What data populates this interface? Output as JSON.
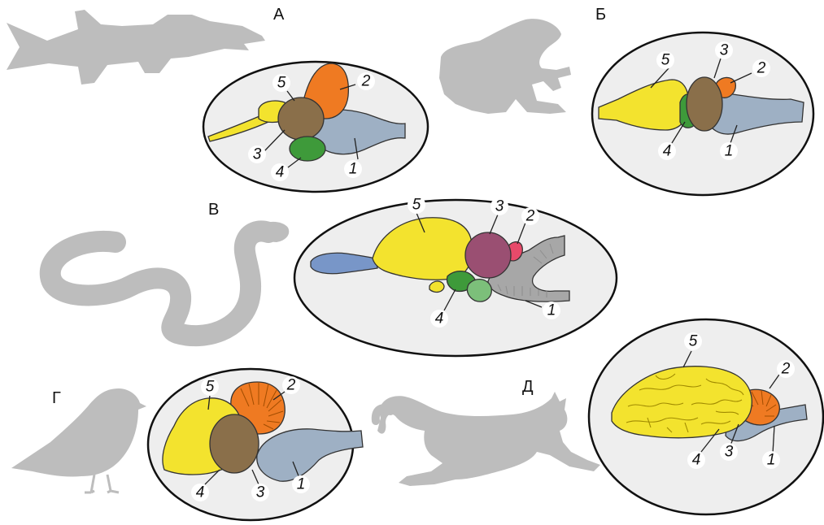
{
  "panels": [
    {
      "id": "fish",
      "letter": "А",
      "animal": "pike silhouette",
      "labels": [
        "1",
        "2",
        "3",
        "4",
        "5"
      ]
    },
    {
      "id": "frog",
      "letter": "Б",
      "animal": "frog silhouette",
      "labels": [
        "1",
        "2",
        "3",
        "4",
        "5"
      ]
    },
    {
      "id": "snake",
      "letter": "В",
      "animal": "snake silhouette",
      "labels": [
        "1",
        "2",
        "3",
        "4",
        "5"
      ]
    },
    {
      "id": "bird",
      "letter": "Г",
      "animal": "bird silhouette",
      "labels": [
        "1",
        "2",
        "3",
        "4",
        "5"
      ]
    },
    {
      "id": "mammal",
      "letter": "Д",
      "animal": "cat silhouette",
      "labels": [
        "1",
        "2",
        "3",
        "4",
        "5"
      ]
    }
  ],
  "colors": {
    "medulla": "#9eb0c4",
    "cerebellum_orange": "#ef7a22",
    "midbrain": "#8a6f4a",
    "diencephalon_green": "#3e9a3a",
    "forebrain_yellow": "#f3e32e",
    "snake_midbrain": "#9a4f72",
    "snake_cerebellum": "#e84a6a",
    "snake_diencephalon": "#7cbf7a",
    "snake_olfactory": "#7896c8",
    "snake_medulla": "#a7a7a7",
    "silhouette": "#bdbdbd",
    "oval_fill": "#eeeeee"
  }
}
